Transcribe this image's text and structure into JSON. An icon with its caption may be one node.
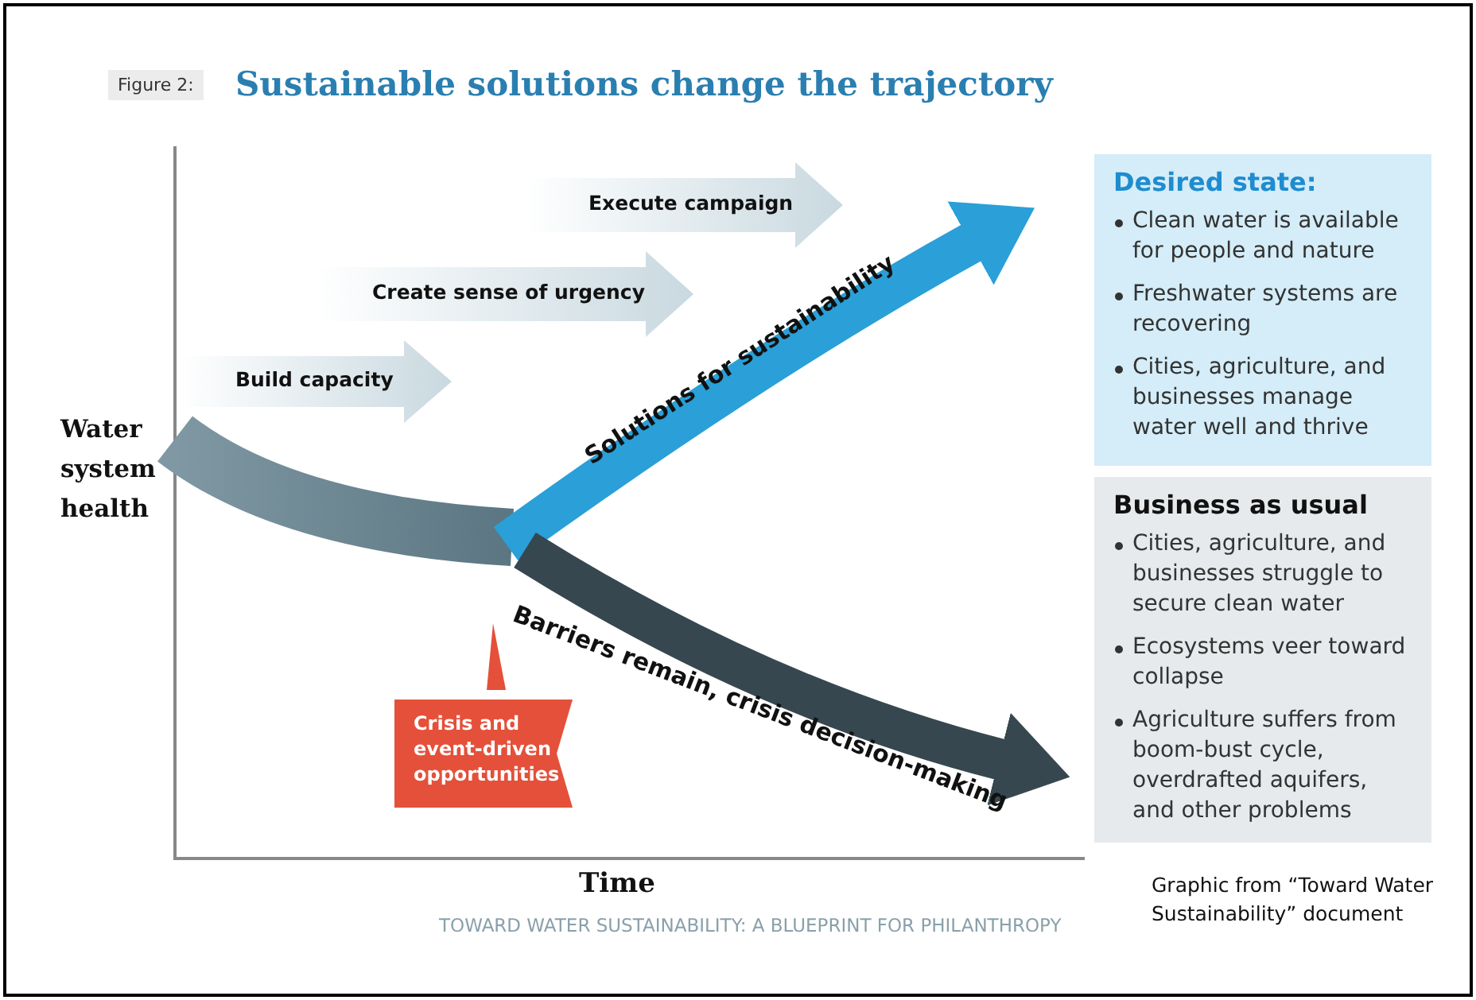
{
  "diagram": {
    "title": "Sustainable solutions change the trajectory",
    "nodes": [
      {
        "text": [
          "Build capacity"
        ]
      },
      {
        "text": [
          "Create sense of urgency"
        ]
      },
      {
        "text": [
          "Execute campaign"
        ]
      },
      {
        "text": [
          "Desired state:",
          "Clean water is available for people and nature",
          "Freshwater systems are recovering",
          "Cities, agriculture, and businesses manage water well and thrive"
        ]
      },
      {
        "text": [
          "Business as usual",
          "Cities, agriculture, and businesses struggle to secure clean water",
          "Ecosystems veer toward collapse",
          "Agriculture suffers from boom-bust cycle, overdrafted aquifers, and other problems"
        ]
      },
      {
        "text": [
          "Crisis and event-driven opportunities"
        ]
      }
    ],
    "edges": [
      {
        "from": null,
        "to": 3,
        "arrow": "to",
        "label": "Solutions for sustainability",
        "color": "#2a9fd8"
      },
      {
        "from": null,
        "to": 4,
        "arrow": "to",
        "label": "Barriers remain, crisis decision-making",
        "color": "#36474f"
      }
    ],
    "labels": [
      "Figure 2:",
      "Water system health",
      "Time",
      "TOWARD WATER SUSTAINABILITY: A BLUEPRINT FOR PHILANTHROPY",
      "Graphic from “Toward Water Sustainability” document"
    ]
  }
}
